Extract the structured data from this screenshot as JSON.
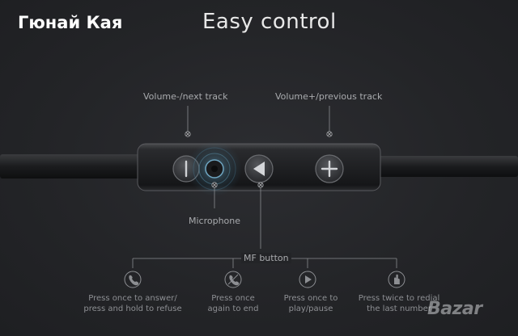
{
  "brand": "Гюнай Кая",
  "title": "Easy control",
  "labels": {
    "volume_down": "Volume-/next track",
    "volume_up": "Volume+/previous track",
    "microphone": "Microphone",
    "mf_button": "MF button"
  },
  "functions": [
    {
      "icon": "phone-icon",
      "line1": "Press once to answer/",
      "line2": "press and hold to refuse"
    },
    {
      "icon": "hang-up-icon",
      "line1": "Press once",
      "line2": "again to end"
    },
    {
      "icon": "play-icon",
      "line1": "Press once to",
      "line2": "play/pause"
    },
    {
      "icon": "hand-tap-icon",
      "line1": "Press twice to redial",
      "line2": "the last number"
    }
  ],
  "watermark": "Bazar",
  "colors": {
    "background": "#232427",
    "remote_body": "#1a1b1d",
    "text_light": "#e8e8e8",
    "text_muted": "#a9abae",
    "mic_glow": "#4a7f9a"
  }
}
